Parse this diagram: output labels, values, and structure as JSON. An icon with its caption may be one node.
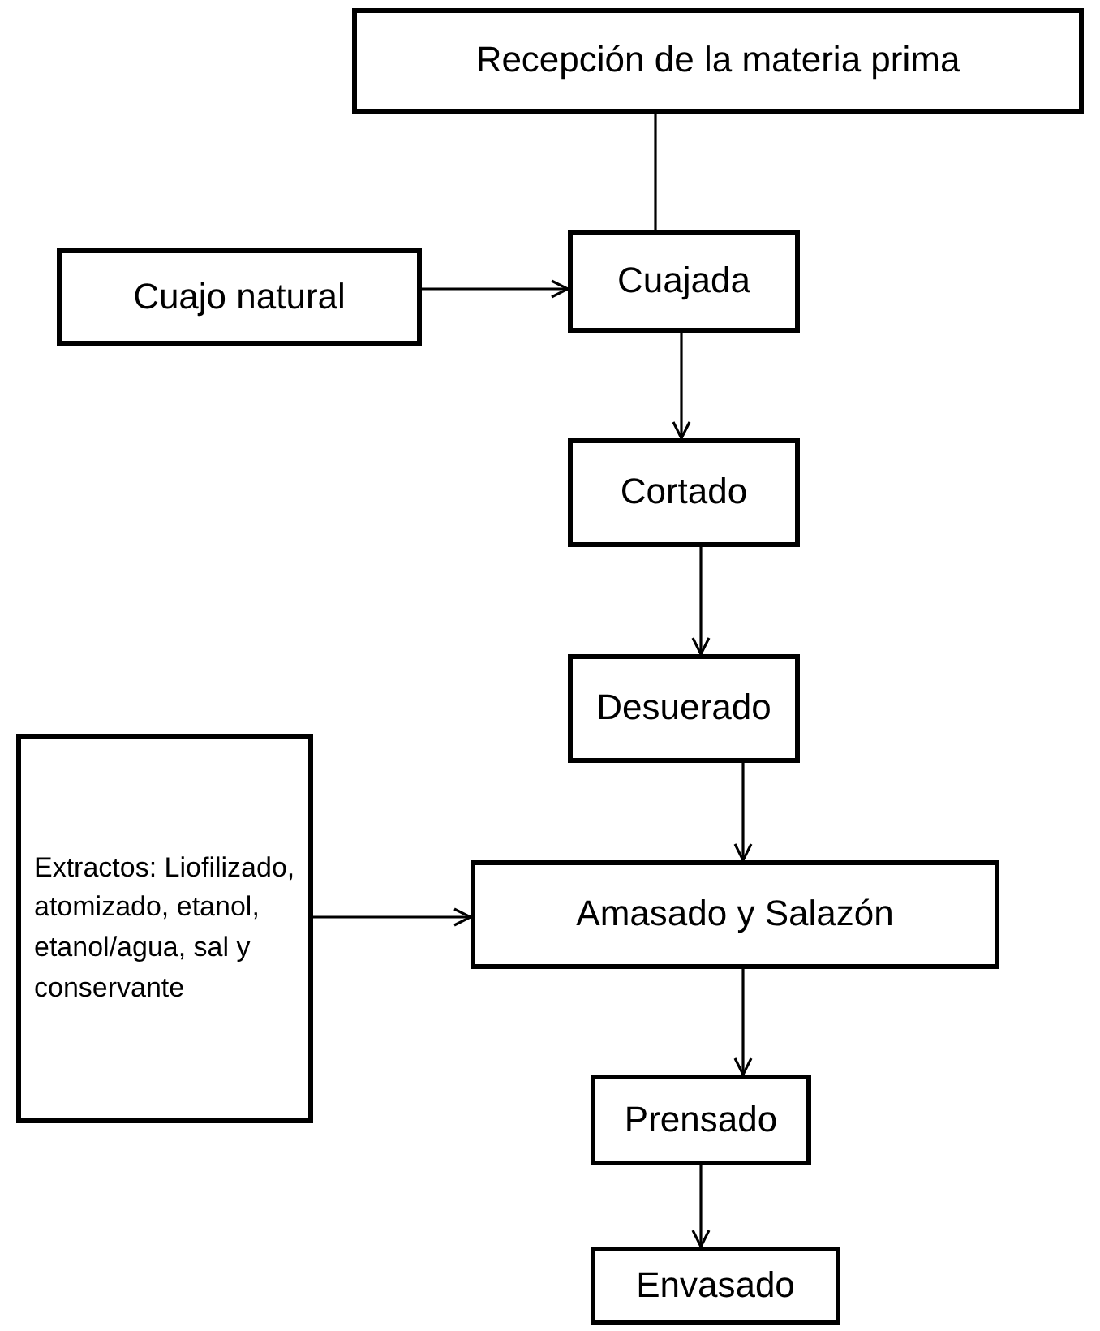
{
  "diagram": {
    "nodes": [
      {
        "text": [
          "Recepción de la materia prima"
        ]
      },
      {
        "text": [
          "Cuajo natural"
        ]
      },
      {
        "text": [
          "Cuajada"
        ]
      },
      {
        "text": [
          "Cortado"
        ]
      },
      {
        "text": [
          "Desuerado"
        ]
      },
      {
        "text": [
          "Extractos: Liofilizado, atomizado, etanol, etanol/agua, sal y conservante"
        ]
      },
      {
        "text": [
          "Amasado y Salazón"
        ]
      },
      {
        "text": [
          "Prensado"
        ]
      },
      {
        "text": [
          "Envasado"
        ]
      }
    ],
    "edges": [
      {
        "from": 0,
        "to": 2,
        "arrow": "none"
      },
      {
        "from": 1,
        "to": 2,
        "arrow": "to"
      },
      {
        "from": 2,
        "to": 3,
        "arrow": "to"
      },
      {
        "from": 3,
        "to": 4,
        "arrow": "to"
      },
      {
        "from": 4,
        "to": 6,
        "arrow": "to"
      },
      {
        "from": 5,
        "to": 6,
        "arrow": "to"
      },
      {
        "from": 6,
        "to": 7,
        "arrow": "to"
      },
      {
        "from": 7,
        "to": 8,
        "arrow": "to"
      }
    ]
  }
}
